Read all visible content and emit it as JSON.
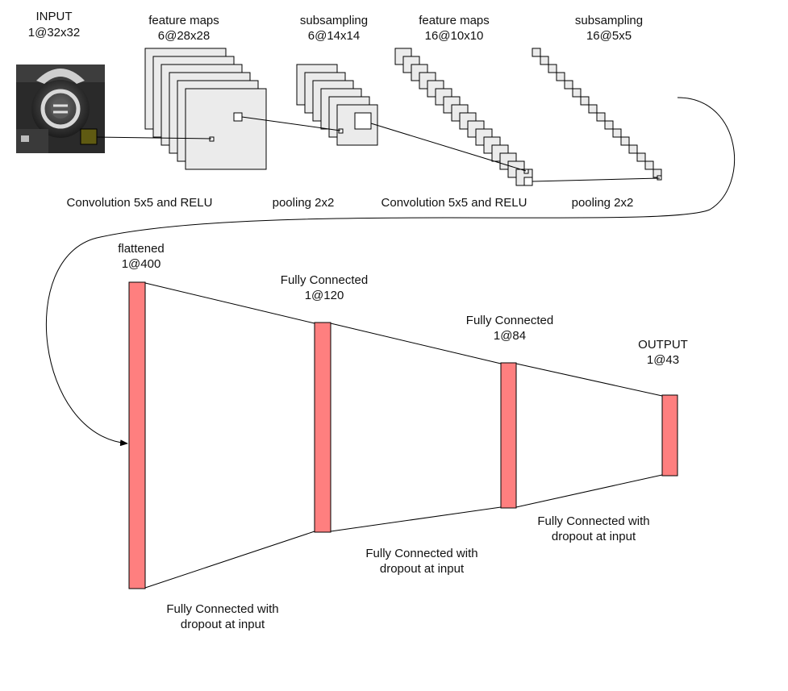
{
  "colors": {
    "fc_layer": "#fe7f7f",
    "feature_map": "#ebebeb",
    "input_patch": "#5f5a12"
  },
  "stages": {
    "input": {
      "title": "INPUT",
      "dims": "1@32x32"
    },
    "conv1": {
      "title": "feature maps",
      "dims": "6@28x28"
    },
    "pool1": {
      "title": "subsampling",
      "dims": "6@14x14"
    },
    "conv2": {
      "title": "feature maps",
      "dims": "16@10x10"
    },
    "pool2": {
      "title": "subsampling",
      "dims": "16@5x5"
    }
  },
  "operations": {
    "conv1": "Convolution 5x5 and RELU",
    "pool1": "pooling 2x2",
    "conv2": "Convolution 5x5 and RELU",
    "pool2": "pooling 2x2"
  },
  "dense_layers": [
    {
      "title": "flattened",
      "dims": "1@400"
    },
    {
      "title": "Fully Connected",
      "dims": "1@120"
    },
    {
      "title": "Fully Connected",
      "dims": "1@84"
    },
    {
      "title": "OUTPUT",
      "dims": "1@43"
    }
  ],
  "dense_connections": [
    {
      "line1": "Fully Connected with",
      "line2": "dropout at input"
    },
    {
      "line1": "Fully Connected with",
      "line2": "dropout at input"
    },
    {
      "line1": "Fully Connected with",
      "line2": "dropout at input"
    }
  ]
}
